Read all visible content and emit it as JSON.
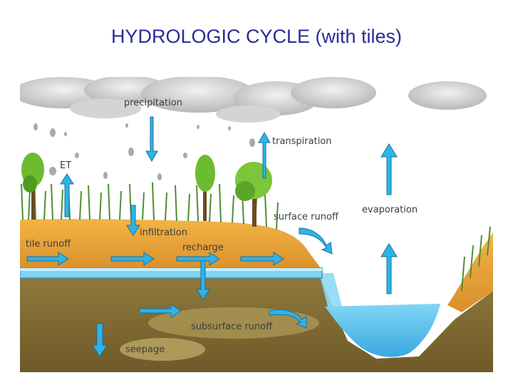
{
  "title": "HYDROLOGIC CYCLE (with tiles)",
  "labels": {
    "precipitation": "precipitation",
    "transpiration": "transpiration",
    "et": "ET",
    "surface_runoff": "surface runoff",
    "evaporation": "evaporation",
    "infiltration": "infiltration",
    "tile_runoff": "tile runoff",
    "recharge": "recharge",
    "subsurface_runoff": "subsurface runoff",
    "seepage": "seepage"
  },
  "colors": {
    "title": "#2b2b99",
    "arrow_fill": "#2fb3e8",
    "arrow_stroke": "#1a6f9a",
    "topsoil": "#e9a63a",
    "subsoil": "#8c7436",
    "water": "#5bc4ef",
    "grass": "#4e8f34",
    "sky": "#ffffff"
  },
  "icons": [
    "cloud-icon",
    "raindrop-icon",
    "tree-icon",
    "grass-icon",
    "arrow-icon",
    "tile-drain-pipe"
  ]
}
